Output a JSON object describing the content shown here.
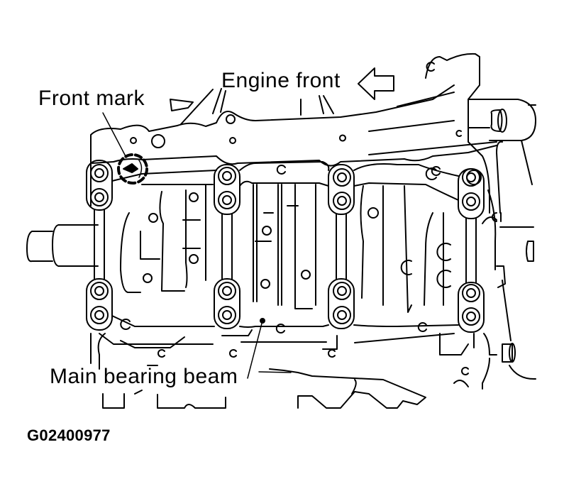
{
  "figure": {
    "id": "G02400977",
    "subject": "Cylinder block lower view with main bearing beam",
    "callouts": {
      "engine_front": "Engine front",
      "front_mark": "Front mark",
      "main_bearing_beam": "Main bearing beam"
    },
    "icons": {
      "engine_front_arrow": "hollow-arrow-left-icon",
      "front_mark_symbol": "diamond-mark-in-dashed-circle-icon"
    },
    "bolt_count": 16,
    "colors": {
      "line": "#000000",
      "background": "#ffffff"
    }
  }
}
